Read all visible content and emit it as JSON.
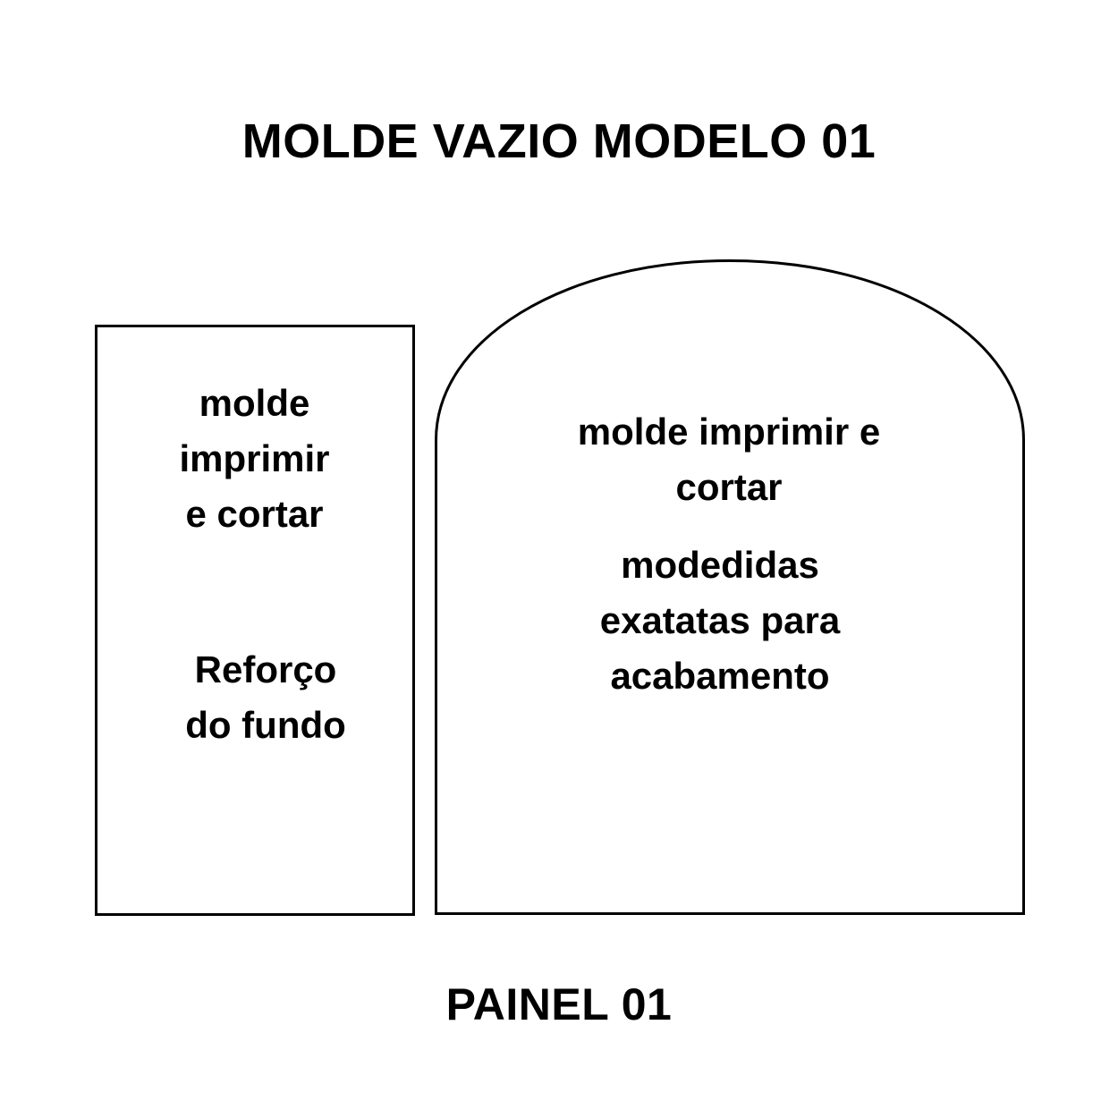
{
  "document": {
    "title": "MOLDE VAZIO MODELO 01",
    "bottom_caption": "PAINEL 01",
    "background_color": "#ffffff",
    "outline_color": "#000000"
  },
  "shapes": {
    "reinforcement_rectangle": {
      "name": "Reforço do fundo",
      "label_lines_top": [
        "molde",
        "imprimir",
        "e cortar"
      ],
      "label_lines_bottom": [
        "Reforço",
        "do fundo"
      ]
    },
    "arch_panel": {
      "name": "PAINEL 01",
      "label_lines_top": [
        "molde imprimir e",
        "cortar"
      ],
      "label_lines_bottom": [
        "modedidas",
        "exatatas para",
        "acabamento"
      ]
    }
  }
}
